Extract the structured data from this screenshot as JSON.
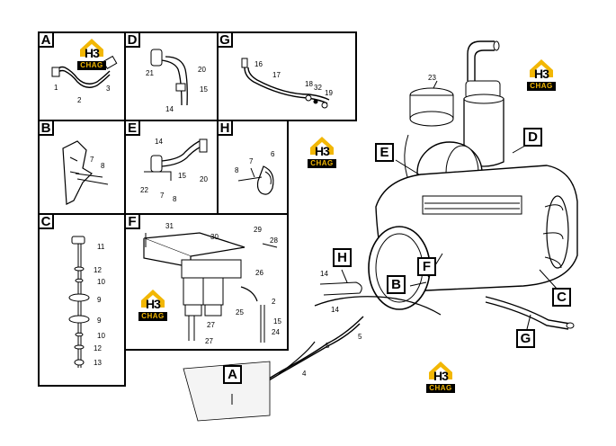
{
  "panels": [
    {
      "letter": "A",
      "parts": [
        "1",
        "2",
        "3"
      ]
    },
    {
      "letter": "B",
      "parts": [
        "7",
        "8"
      ]
    },
    {
      "letter": "C",
      "parts": [
        "11",
        "12",
        "10",
        "9",
        "9",
        "10",
        "12",
        "13"
      ]
    },
    {
      "letter": "D",
      "parts": [
        "21",
        "20",
        "15",
        "14"
      ]
    },
    {
      "letter": "E",
      "parts": [
        "14",
        "15",
        "22",
        "7",
        "8",
        "20"
      ]
    },
    {
      "letter": "F",
      "parts": [
        "31",
        "30",
        "29",
        "28",
        "26",
        "2",
        "25",
        "15",
        "27",
        "24",
        "27"
      ]
    },
    {
      "letter": "G",
      "parts": [
        "16",
        "17",
        "18",
        "32",
        "19"
      ]
    },
    {
      "letter": "H",
      "parts": [
        "6",
        "7",
        "8"
      ]
    }
  ],
  "main_callouts": [
    "E",
    "D",
    "H",
    "F",
    "B",
    "C",
    "G",
    "A"
  ],
  "main_parts": [
    "23",
    "14",
    "14",
    "5",
    "5",
    "4"
  ],
  "watermark": {
    "text": "H3",
    "band": "CHAG",
    "colors": {
      "roof": "#f2b705",
      "band_text": "#f2b705",
      "band_bg": "#000000"
    }
  }
}
